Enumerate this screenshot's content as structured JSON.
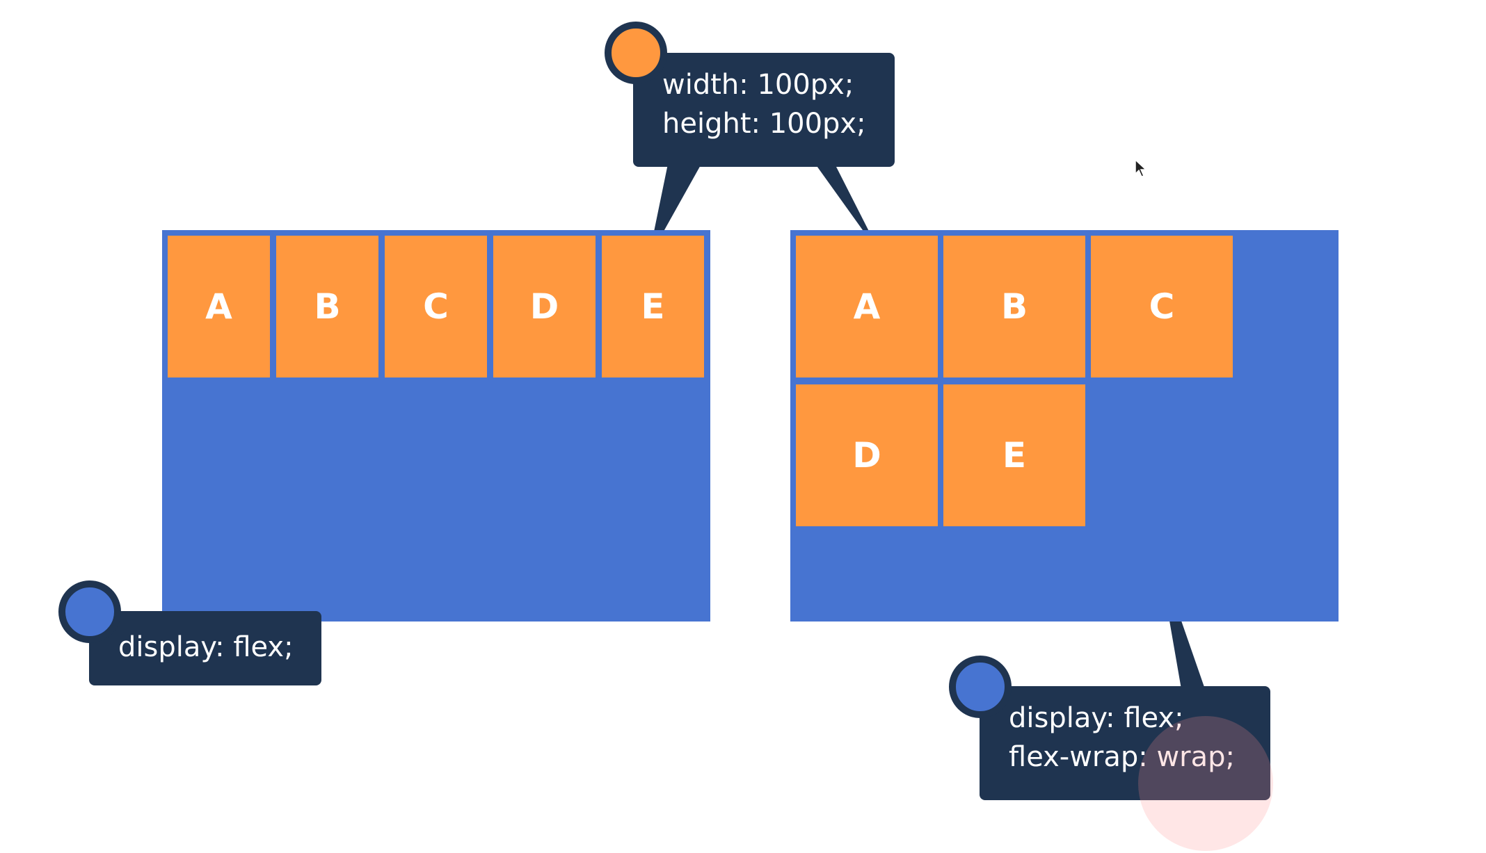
{
  "colors": {
    "container": "#4774d1",
    "item": "#ff983f",
    "callout": "#1f3450",
    "text": "#ffffff"
  },
  "left_container": {
    "items": [
      "A",
      "B",
      "C",
      "D",
      "E"
    ]
  },
  "right_container": {
    "items": [
      "A",
      "B",
      "C",
      "D",
      "E"
    ]
  },
  "callouts": {
    "size": {
      "lines": [
        "width: 100px;",
        "height: 100px;"
      ],
      "dot_color": "#ff983f"
    },
    "flex": {
      "lines": [
        "display: flex;"
      ],
      "dot_color": "#4774d1"
    },
    "wrap": {
      "lines": [
        "display: flex;",
        "flex-wrap: wrap;"
      ],
      "dot_color": "#4774d1"
    }
  },
  "icons": {
    "cursor": "mouse-pointer-icon",
    "callout_marker": "circle-marker-icon"
  }
}
